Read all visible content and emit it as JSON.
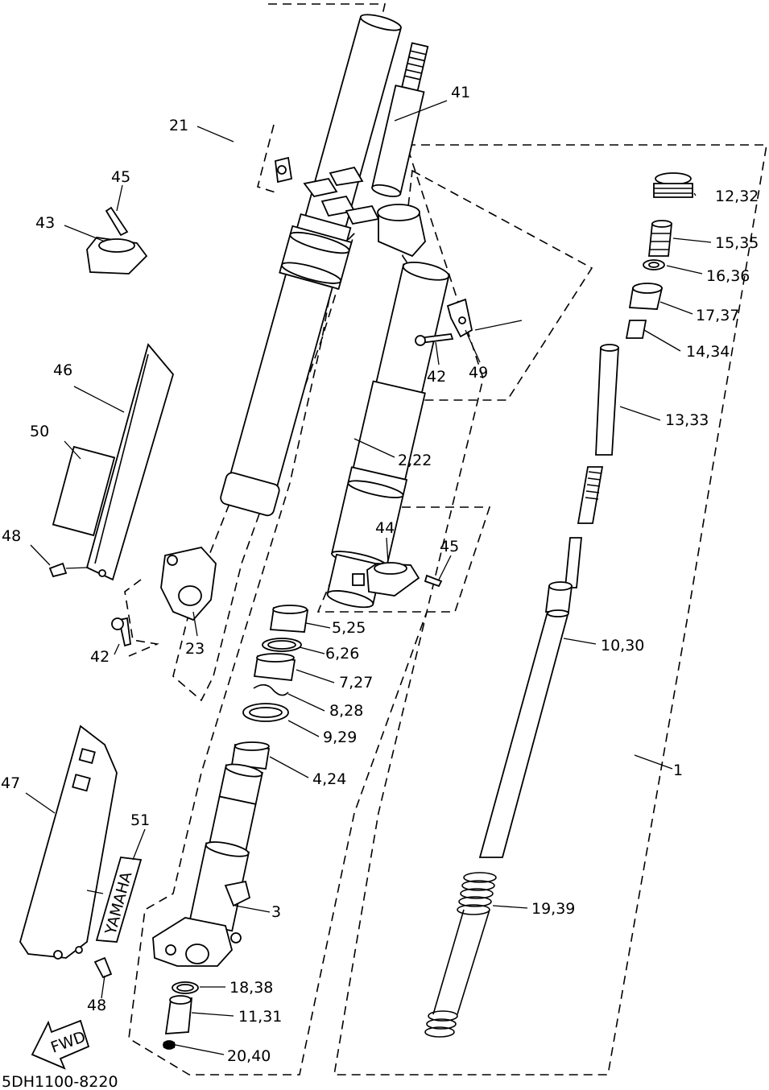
{
  "callouts": {
    "c21": "21",
    "c41": "41",
    "c45a": "45",
    "c43": "43",
    "c12": "12,32",
    "c15": "15,35",
    "c16": "16,36",
    "c17": "17,37",
    "c42a": "42",
    "c49": "49",
    "c14": "14,34",
    "c46": "46",
    "c13": "13,33",
    "c2": "2,22",
    "c50": "50",
    "c44": "44",
    "c45b": "45",
    "c48a": "48",
    "c10": "10,30",
    "c23": "23",
    "c42b": "42",
    "c5": "5,25",
    "c6": "6,26",
    "c7": "7,27",
    "c8": "8,28",
    "c9": "9,29",
    "c1": "1",
    "c4": "4,24",
    "c47": "47",
    "c51": "51",
    "c3": "3",
    "c19": "19,39",
    "c18": "18,38",
    "c48b": "48",
    "c11": "11,31",
    "c20": "20,40"
  },
  "decals": {
    "brand": "YAMAHA",
    "direction": "FWD"
  },
  "footer": {
    "code": "5DH1100-8220"
  }
}
